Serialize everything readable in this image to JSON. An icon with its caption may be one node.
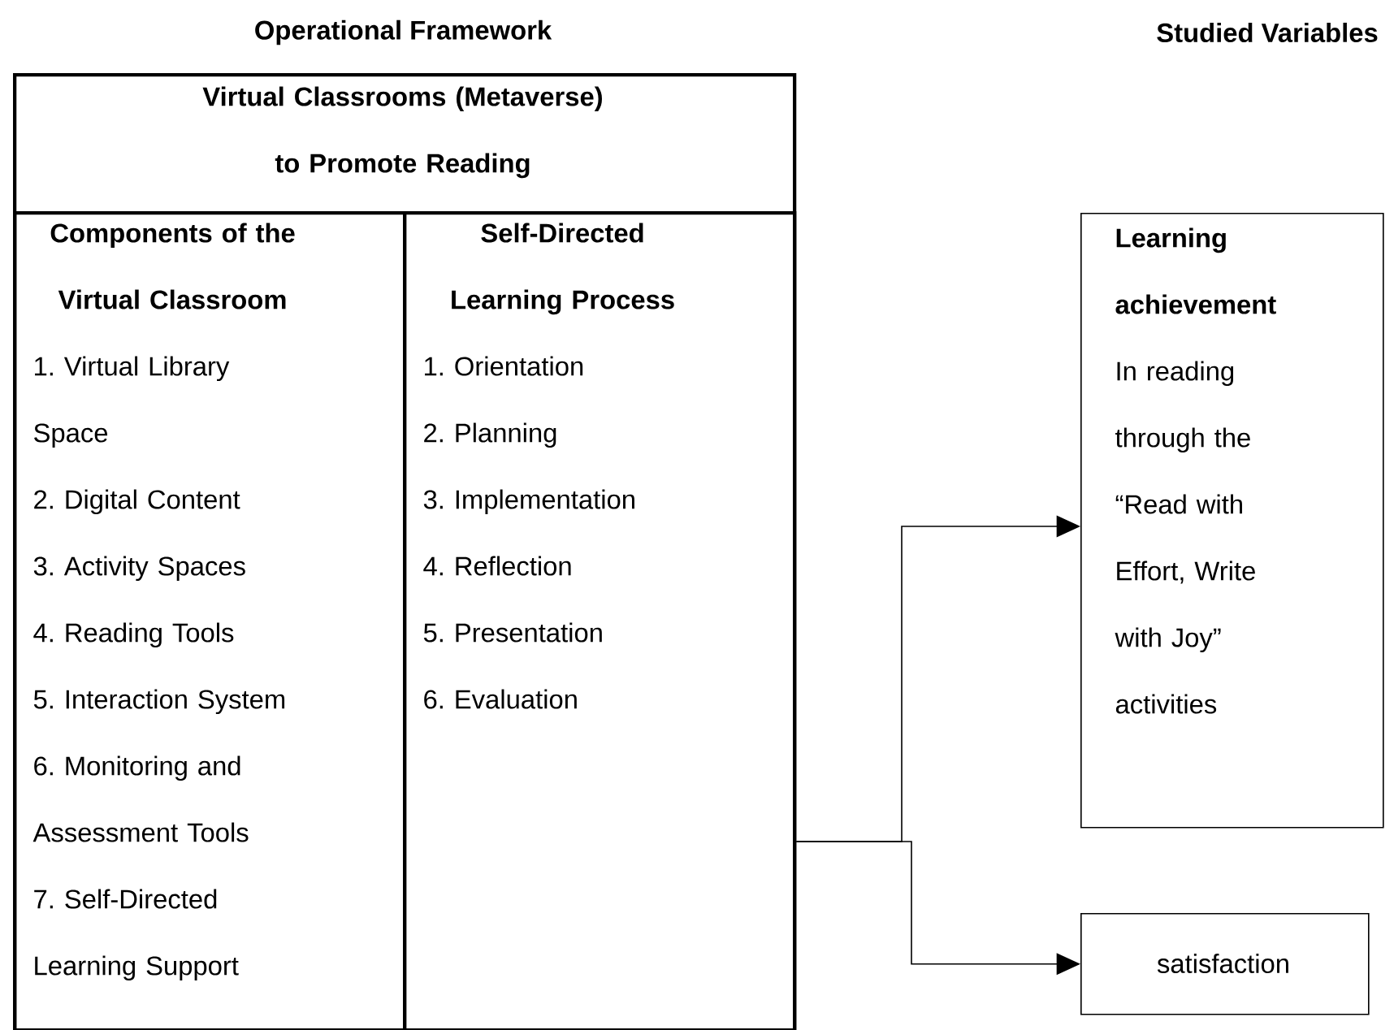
{
  "diagram": {
    "nodes": [
      {
        "text": [
          "Virtual Classrooms (Metaverse) to Promote Reading"
        ]
      },
      {
        "text": [
          "Components of the Virtual Classroom",
          "1. Virtual Library Space",
          "2. Digital Content",
          "3. Activity Spaces",
          "4. Reading Tools",
          "5. Interaction System",
          "6. Monitoring and Assessment Tools",
          "7. Self-Directed Learning Support"
        ],
        "in": 0
      },
      {
        "text": [
          "Self-Directed Learning Process",
          "1. Orientation",
          "2. Planning",
          "3. Implementation",
          "4. Reflection",
          "5. Presentation",
          "6. Evaluation"
        ],
        "in": 0
      },
      {
        "text": [
          "Learning achievement",
          "In reading through the “Read with Effort, Write with Joy” activities"
        ]
      },
      {
        "text": [
          "satisfaction"
        ]
      }
    ],
    "edges": [
      {
        "from": 0,
        "to": 3,
        "arrow": "to"
      },
      {
        "from": 0,
        "to": 4,
        "arrow": "to"
      }
    ],
    "labels": [
      "Operational Framework",
      "Studied Variables"
    ]
  }
}
